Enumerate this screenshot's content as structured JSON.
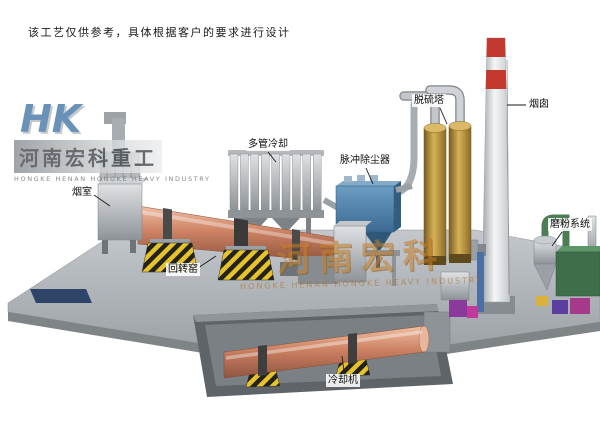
{
  "note": "该工艺仅供参考，具体根据客户的要求进行设计",
  "logo": {
    "monogram": "HK",
    "company_cn": "河南宏科重工",
    "company_en": "HONGKE HENAN HONGKE HEAVY INDUSTRY"
  },
  "watermark": {
    "text_cn": "河南宏科",
    "text_en": "HONGKE HENAN HONGKE HEAVY INDUSTRY"
  },
  "labels": {
    "smoke_chamber": "烟室",
    "multi_tube_cooling": "多管冷却",
    "pulse_dust_collector": "脉冲除尘器",
    "desulfurization_tower": "脱硫塔",
    "chimney": "烟囱",
    "grinding_system": "磨粉系统",
    "rotary_kiln": "回转窑",
    "cooling_machine": "冷却机"
  },
  "colors": {
    "kiln_shell": "#cd8263",
    "dust_collector_blue": "#4a7ea6",
    "tower_tan": "#c9a34e",
    "chimney_band_red": "#c4392e",
    "ground_gray": "#aeb2b6",
    "hazard_yellow": "#e6c32a",
    "watermark_orange": "#c77f28"
  }
}
